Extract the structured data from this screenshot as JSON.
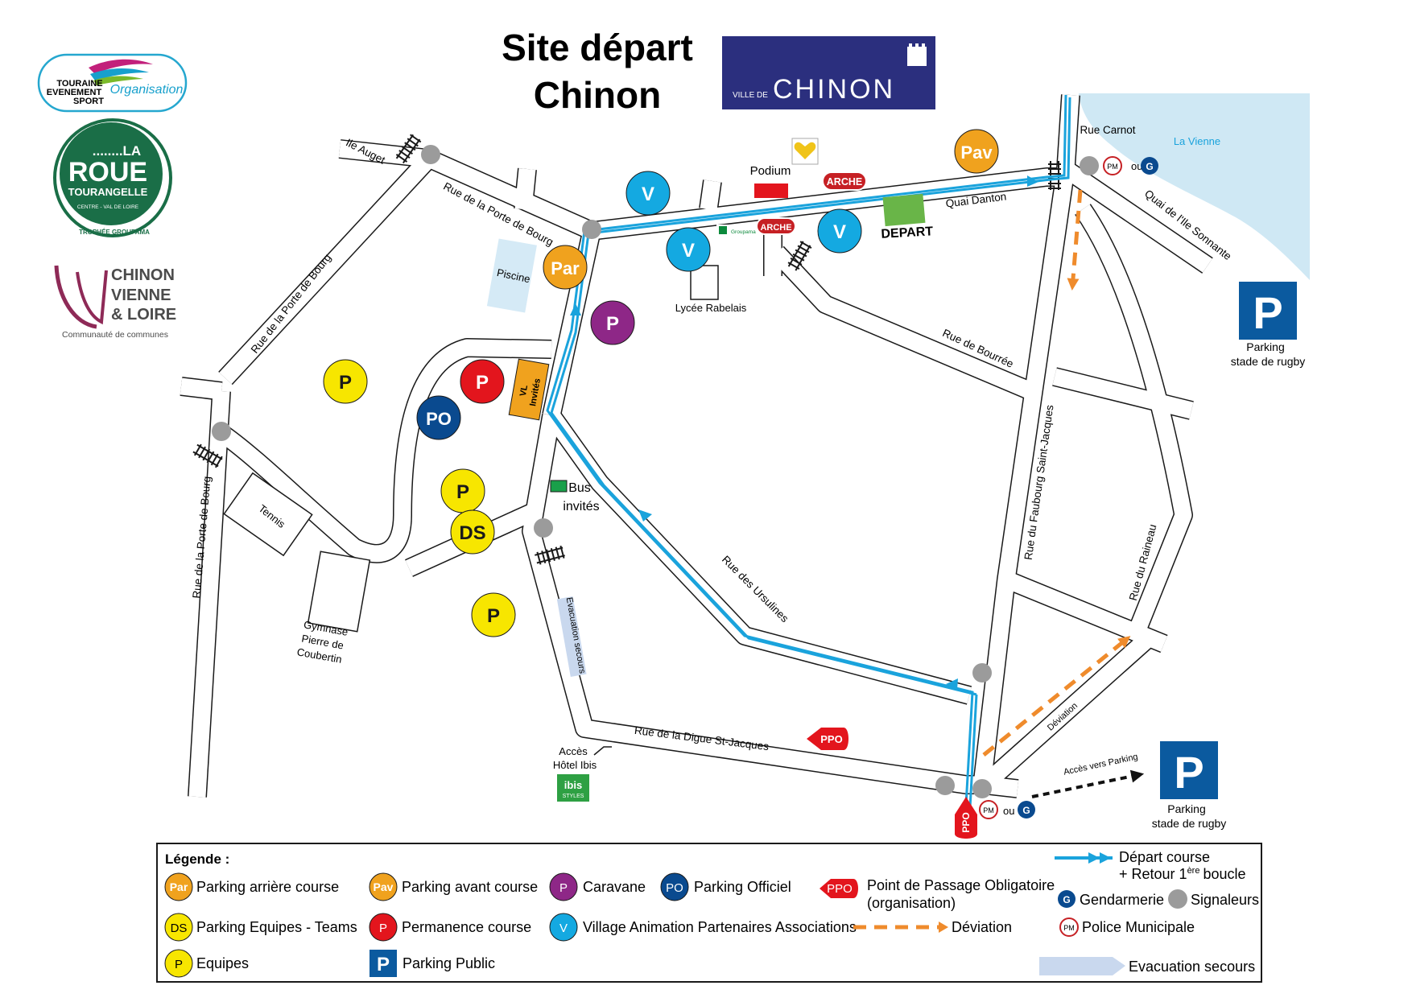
{
  "header": {
    "title_line1": "Site départ",
    "title_line2": "Chinon",
    "chinon_banner": {
      "prefix": "VILLE DE",
      "name": "CHINON",
      "color": "#2b2f7e"
    }
  },
  "logos": {
    "tes": {
      "line1": "TOURAINE",
      "line2": "EVENEMENT",
      "line3": "SPORT",
      "script": "Organisation"
    },
    "roue": {
      "top": "........LA",
      "main": "ROUE",
      "sub": "TOURANGELLE",
      "region": "CENTRE - VAL DE LOIRE",
      "ring": "TROPHÉE GROUPAMA"
    },
    "cvl": {
      "line1": "CHINON",
      "line2": "VIENNE",
      "line3": "& LOIRE",
      "sub": "Communauté de communes"
    }
  },
  "streets": {
    "ile_auget": "Ile Auget",
    "porte_bourg_top": "Rue de la Porte de Bourg",
    "porte_bourg_diag": "Rue de la Porte de Bourg",
    "porte_bourg_left": "Rue de la Porte de Bourg",
    "quai_danton": "Quai Danton",
    "rue_carnot": "Rue Carnot",
    "la_vienne": "La Vienne",
    "quai_sonnante": "Quai de l'Ile Sonnante",
    "rue_bourree": "Rue de Bourrée",
    "faubourg": "Rue du Faubourg Saint-Jacques",
    "raineau": "Rue du Raineau",
    "ursulines": "Rue des Ursulines",
    "digue": "Rue de la Digue St-Jacques",
    "evacuation": "Evacuation secours",
    "deviation": "Déviation",
    "acces_parking": "Accès vers Parking"
  },
  "places": {
    "piscine": "Piscine",
    "tennis": "Tennis",
    "gymnase_1": "Gymnase",
    "gymnase_2": "Pierre de",
    "gymnase_3": "Coubertin",
    "lycee": "Lycée Rabelais",
    "podium": "Podium",
    "arche": "ARCHE",
    "depart": "DEPART",
    "groupama": "Groupama",
    "bus_1": "Bus",
    "bus_2": "invités",
    "vl_1": "VL",
    "vl_2": "Invités",
    "acces_1": "Accès",
    "acces_2": "Hôtel Ibis",
    "ibis_1": "ibis",
    "ibis_2": "STYLES",
    "parking_label_1": "Parking",
    "parking_label_2a": "stade de rugby",
    "parking_label_2b": "stade de rugby",
    "ou": "ou"
  },
  "markers": {
    "P": "P",
    "Par": "Par",
    "Pav": "Pav",
    "PO": "PO",
    "DS": "DS",
    "V": "V",
    "PPO": "PPO",
    "PM": "PM",
    "G": "G"
  },
  "colors": {
    "yellow": "#f7e600",
    "orange": "#f0a21e",
    "red": "#e3151d",
    "purple": "#8e2787",
    "navy": "#0a4a8f",
    "cyan": "#14a9e1",
    "route": "#1aa3dc",
    "deviation": "#ef8b2c",
    "green": "#69b548",
    "parking_blue": "#0b5a9f",
    "river": "#cfe8f4",
    "signal": "#9b9b9b"
  },
  "legend": {
    "title": "Légende :",
    "par": "Parking arrière course",
    "pav": "Parking avant course",
    "caravane": "Caravane",
    "po": "Parking Officiel",
    "ppo_1": "Point de Passage Obligatoire",
    "ppo_2": "(organisation)",
    "depart_1": "Départ course",
    "depart_2": "+ Retour 1",
    "depart_sup": "ère",
    "depart_3": "boucle",
    "ds": "Parking Equipes - Teams",
    "permanence": "Permanence course",
    "village": "Village Animation Partenaires Associations",
    "deviation": "Déviation",
    "gendarmerie": "Gendarmerie",
    "signaleurs": "Signaleurs",
    "police": "Police Municipale",
    "equipes": "Equipes",
    "public": "Parking Public",
    "evacuation": "Evacuation secours"
  }
}
